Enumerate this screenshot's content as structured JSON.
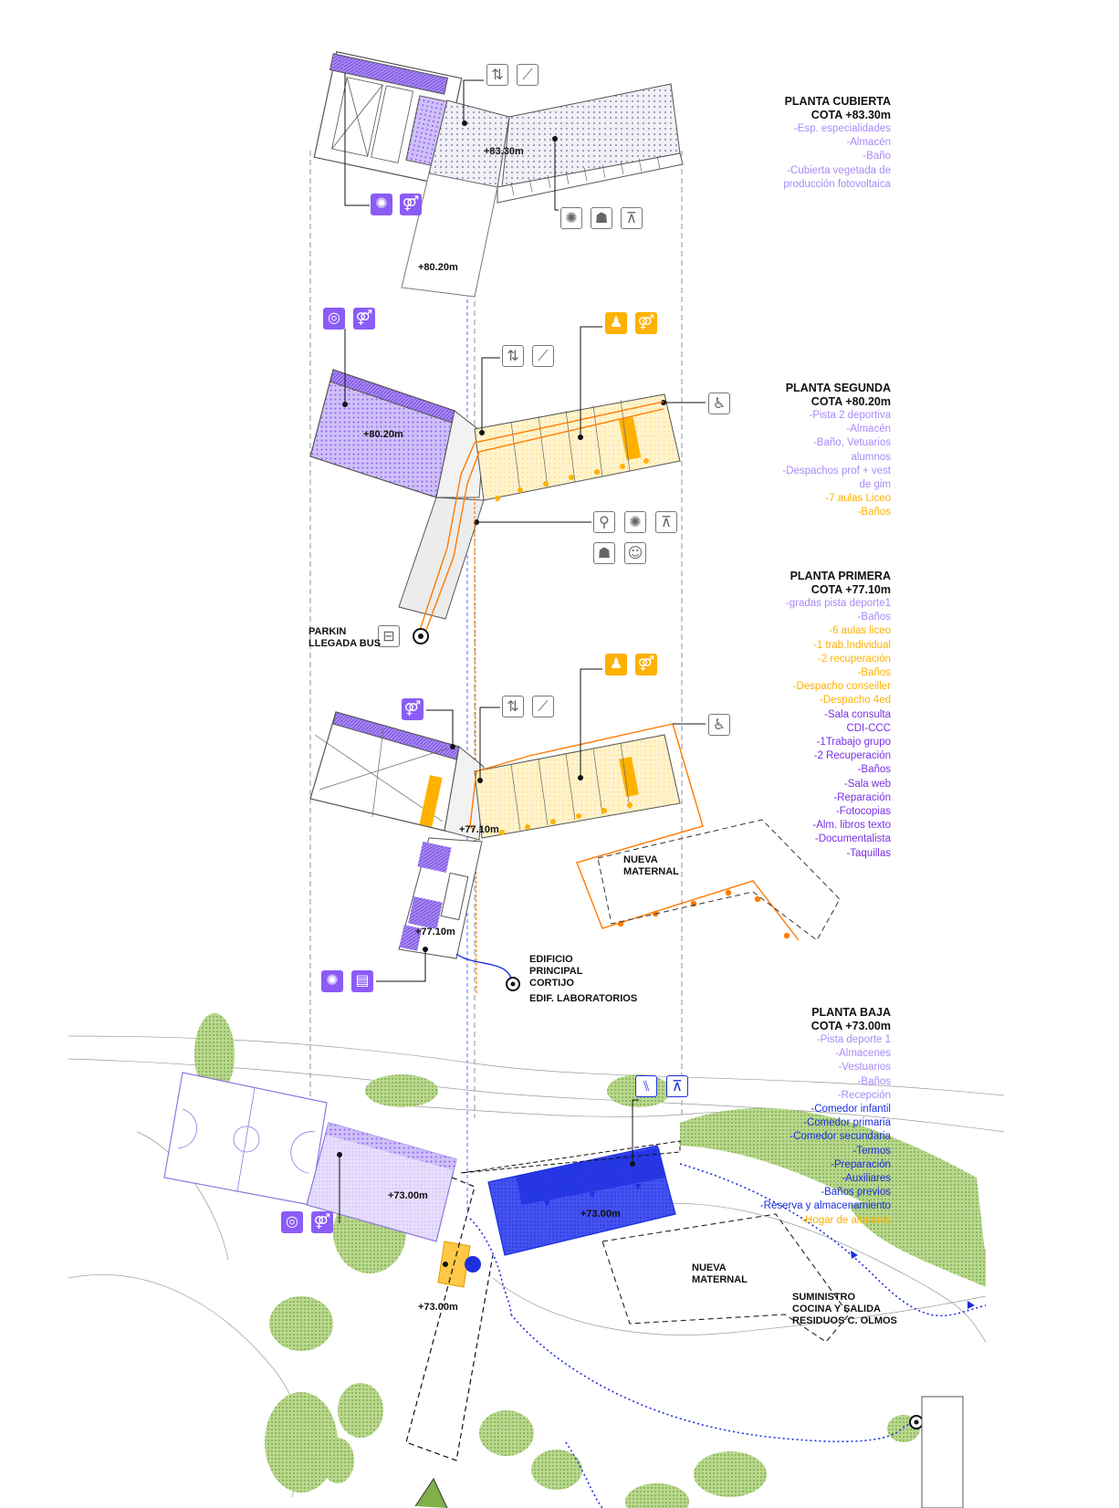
{
  "colors": {
    "purple": "#8b5cf6",
    "orange": "#ffb100",
    "orange_route": "#ff7a00",
    "blue": "#1d2fe0",
    "green": "#7fb04a",
    "line": "#555555"
  },
  "levels": {
    "cubierta": {
      "title": "PLANTA CUBIERTA",
      "cota": "COTA +83.30m",
      "items": [
        {
          "text": "-Esp. especialidades",
          "color": "purple"
        },
        {
          "text": "-Almacén",
          "color": "purple"
        },
        {
          "text": "-Baño",
          "color": "purple"
        },
        {
          "text": "-Cubierta vegetada de",
          "color": "purple"
        },
        {
          "text": "producción fotovoltaica",
          "color": "purple"
        }
      ]
    },
    "segunda": {
      "title": "PLANTA SEGUNDA",
      "cota": "COTA +80.20m",
      "items": [
        {
          "text": "-Pista 2 deportiva",
          "color": "purple"
        },
        {
          "text": "-Almacén",
          "color": "purple"
        },
        {
          "text": "-Baño, Vetuarios",
          "color": "purple"
        },
        {
          "text": "alumnos",
          "color": "purple"
        },
        {
          "text": "-Despachos prof + vest",
          "color": "purple"
        },
        {
          "text": "de gim",
          "color": "purple"
        },
        {
          "text": "-7 aulas Liceo",
          "color": "orange"
        },
        {
          "text": "-Baños",
          "color": "orange"
        }
      ]
    },
    "primera": {
      "title": "PLANTA PRIMERA",
      "cota": "COTA +77.10m",
      "items": [
        {
          "text": "-gradas pista deporte1",
          "color": "purple"
        },
        {
          "text": "-Baños",
          "color": "purple"
        },
        {
          "text": "-6 aulas liceo",
          "color": "orange"
        },
        {
          "text": "-1 trab.Individual",
          "color": "orange"
        },
        {
          "text": "-2 recuperación",
          "color": "orange"
        },
        {
          "text": "-Baños",
          "color": "orange"
        },
        {
          "text": "-Despacho conseiller",
          "color": "orange"
        },
        {
          "text": "-Despacho 4ed",
          "color": "orange"
        },
        {
          "text": "-Sala consulta",
          "color": "violet"
        },
        {
          "text": "CDI-CCC",
          "color": "violet"
        },
        {
          "text": "-1Trabajo grupo",
          "color": "violet"
        },
        {
          "text": "-2 Recuperación",
          "color": "violet"
        },
        {
          "text": "-Baños",
          "color": "violet"
        },
        {
          "text": "-Sala web",
          "color": "violet"
        },
        {
          "text": "-Reparación",
          "color": "violet"
        },
        {
          "text": "-Fotocopias",
          "color": "violet"
        },
        {
          "text": "-Alm. libros texto",
          "color": "violet"
        },
        {
          "text": "-Documentalista",
          "color": "violet"
        },
        {
          "text": "-Taquillas",
          "color": "violet"
        }
      ]
    },
    "baja": {
      "title": "PLANTA BAJA",
      "cota": "COTA +73.00m",
      "items": [
        {
          "text": "-Pista deporte 1",
          "color": "purple"
        },
        {
          "text": "-Almacenes",
          "color": "purple"
        },
        {
          "text": "-Vestuarios",
          "color": "purple"
        },
        {
          "text": "-Baños",
          "color": "purple"
        },
        {
          "text": "-Recepción",
          "color": "purple"
        },
        {
          "text": "-Comedor infantil",
          "color": "blue"
        },
        {
          "text": "-Comedor primaria",
          "color": "blue"
        },
        {
          "text": "-Comedor secundaria",
          "color": "blue"
        },
        {
          "text": "-Termos",
          "color": "blue"
        },
        {
          "text": "-Preparación",
          "color": "blue"
        },
        {
          "text": "-Auxiliares",
          "color": "blue"
        },
        {
          "text": "-Baños previos",
          "color": "blue"
        },
        {
          "text": "-Reserva y almacenamiento",
          "color": "blue"
        },
        {
          "text": "-Hogar de alumnos",
          "color": "orange"
        }
      ]
    }
  },
  "plan_labels": {
    "level_8330": "+83.30m",
    "level_8020_top": "+80.20m",
    "level_8020_second": "+80.20m",
    "level_7710_a": "+77.10m",
    "level_7710_b": "+77.10m",
    "level_7300_sport": "+73.00m",
    "level_7300_dining": "+73.00m",
    "level_7300_orange": "+73.00m",
    "parking_line1": "PARKIN",
    "parking_line2": "LLEGADA BUS",
    "edificio_line1": "EDIFICIO",
    "edificio_line2": "PRINCIPAL",
    "edificio_line3": "CORTIJO",
    "edif_labs": "EDIF. LABORATORIOS",
    "maternal_1_line1": "NUEVA",
    "maternal_1_line2": "MATERNAL",
    "maternal_2_line1": "NUEVA",
    "maternal_2_line2": "MATERNAL",
    "suministro_line1": "SUMINISTRO",
    "suministro_line2": "COCINA Y SALIDA",
    "suministro_line3": "RESIDUOS C. OLMOS"
  },
  "icons": [
    {
      "name": "elevator-icon",
      "glyph": "⇅",
      "style": "g"
    },
    {
      "name": "stairs-icon",
      "glyph": "⟋",
      "style": "g"
    },
    {
      "name": "classroom-icon",
      "glyph": "✺",
      "style": "p"
    },
    {
      "name": "restroom-icon",
      "glyph": "⚤",
      "style": "p"
    },
    {
      "name": "classroom-icon",
      "glyph": "✺",
      "style": "g"
    },
    {
      "name": "group-icon",
      "glyph": "☗",
      "style": "g"
    },
    {
      "name": "picnic-icon",
      "glyph": "⊼",
      "style": "g"
    },
    {
      "name": "sport-icon",
      "glyph": "◎",
      "style": "p"
    },
    {
      "name": "restroom-icon",
      "glyph": "⚤",
      "style": "p"
    },
    {
      "name": "teacher-icon",
      "glyph": "♟",
      "style": "o"
    },
    {
      "name": "restroom-icon",
      "glyph": "⚤",
      "style": "o"
    },
    {
      "name": "elevator-icon",
      "glyph": "⇅",
      "style": "g"
    },
    {
      "name": "stairs-icon",
      "glyph": "⟋",
      "style": "g"
    },
    {
      "name": "wheelchair-icon",
      "glyph": "♿",
      "style": "g"
    },
    {
      "name": "bicycle-icon",
      "glyph": "⚲",
      "style": "g"
    },
    {
      "name": "classroom-icon",
      "glyph": "✺",
      "style": "g"
    },
    {
      "name": "picnic-icon",
      "glyph": "⊼",
      "style": "g"
    },
    {
      "name": "group-icon",
      "glyph": "☗",
      "style": "g"
    },
    {
      "name": "family-icon",
      "glyph": "☺",
      "style": "g"
    },
    {
      "name": "restroom-icon",
      "glyph": "⚤",
      "style": "p"
    },
    {
      "name": "elevator-icon",
      "glyph": "⇅",
      "style": "g"
    },
    {
      "name": "stairs-icon",
      "glyph": "⟋",
      "style": "g"
    },
    {
      "name": "teacher-icon",
      "glyph": "♟",
      "style": "o"
    },
    {
      "name": "restroom-icon",
      "glyph": "⚤",
      "style": "o"
    },
    {
      "name": "wheelchair-icon",
      "glyph": "♿",
      "style": "g"
    },
    {
      "name": "classroom-icon",
      "glyph": "✺",
      "style": "p"
    },
    {
      "name": "book-icon",
      "glyph": "▤",
      "style": "p"
    },
    {
      "name": "dining-icon",
      "glyph": "⑊",
      "style": "b"
    },
    {
      "name": "picnic-icon",
      "glyph": "⊼",
      "style": "b"
    },
    {
      "name": "sport-icon",
      "glyph": "◎",
      "style": "p"
    },
    {
      "name": "restroom-icon",
      "glyph": "⚤",
      "style": "p"
    },
    {
      "name": "bus-icon",
      "glyph": "⊟",
      "style": "g"
    }
  ]
}
